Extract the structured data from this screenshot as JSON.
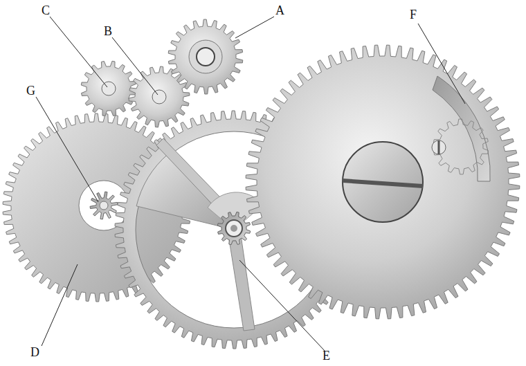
{
  "diagram": {
    "labels": [
      "C",
      "B",
      "A",
      "F",
      "G",
      "D",
      "E"
    ]
  }
}
